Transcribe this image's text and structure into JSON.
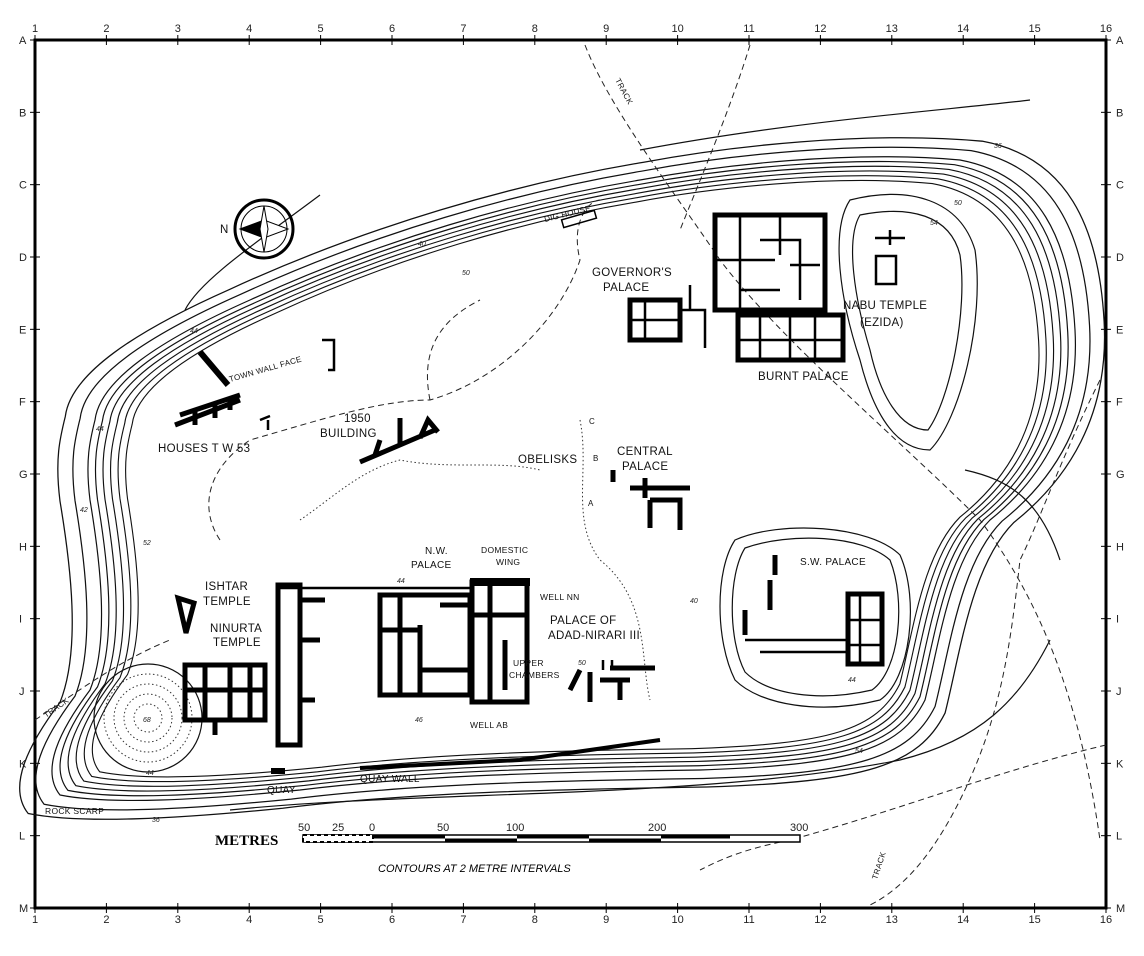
{
  "grid": {
    "columns": [
      "1",
      "2",
      "3",
      "4",
      "5",
      "6",
      "7",
      "8",
      "9",
      "10",
      "11",
      "12",
      "13",
      "14",
      "15",
      "16"
    ],
    "rows": [
      "A",
      "B",
      "C",
      "D",
      "E",
      "F",
      "G",
      "H",
      "I",
      "J",
      "K",
      "L",
      "M"
    ]
  },
  "labels": {
    "track_north": "TRACK",
    "dig_house": "DIG HOUSE",
    "governors_palace_1": "GOVERNOR'S",
    "governors_palace_2": "PALACE",
    "nabu_temple_1": "NABU TEMPLE",
    "nabu_temple_2": "(EZIDA)",
    "burnt_palace": "BURNT PALACE",
    "building_1950_1": "1950",
    "building_1950_2": "BUILDING",
    "houses": "HOUSES T W 53",
    "town_wall_face": "TOWN WALL FACE",
    "obelisks": "OBELISKS",
    "obelisk_a": "A",
    "obelisk_b": "B",
    "obelisk_c": "C",
    "central_palace_1": "CENTRAL",
    "central_palace_2": "PALACE",
    "sw_palace": "S.W. PALACE",
    "nw_palace_1": "N.W.",
    "nw_palace_2": "PALACE",
    "domestic_wing_1": "DOMESTIC",
    "domestic_wing_2": "WING",
    "well_nn": "WELL NN",
    "adad_nirari_1": "PALACE OF",
    "adad_nirari_2": "ADAD-NIRARI III",
    "upper_chambers_1": "UPPER",
    "upper_chambers_2": "CHAMBERS",
    "well_ab": "WELL AB",
    "ishtar_temple_1": "ISHTAR",
    "ishtar_temple_2": "TEMPLE",
    "ninurta_temple_1": "NINURTA",
    "ninurta_temple_2": "TEMPLE",
    "quay": "QUAY",
    "quay_wall": "QUAY WALL",
    "rock_scarp": "ROCK SCARP",
    "track_west": "TRACK",
    "track_south": "TRACK",
    "north": "N"
  },
  "contour_values": [
    "36",
    "50",
    "40",
    "50",
    "44",
    "54",
    "52",
    "42",
    "44",
    "44",
    "46",
    "50",
    "44",
    "54",
    "44",
    "36",
    "68",
    "40"
  ],
  "scale": {
    "title": "METRES",
    "ticks": [
      "50",
      "25",
      "0",
      "50",
      "100",
      "200",
      "300"
    ],
    "note": "CONTOURS AT 2 METRE INTERVALS"
  }
}
